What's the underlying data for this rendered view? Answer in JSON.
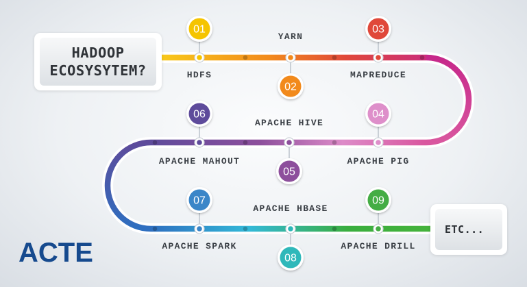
{
  "title": {
    "line1": "HADOOP",
    "line2": "ECOSYSYTEM?"
  },
  "end_label": "ETC...",
  "steps": [
    {
      "number": "01",
      "label": "HDFS",
      "color": "#f5c400"
    },
    {
      "number": "02",
      "label": "YARN",
      "color": "#f28a1c"
    },
    {
      "number": "03",
      "label": "MAPREDUCE",
      "color": "#e0483a"
    },
    {
      "number": "04",
      "label": "APACHE PIG",
      "color": "#de8fca"
    },
    {
      "number": "05",
      "label": "APACHE HIVE",
      "color": "#8d4f9c"
    },
    {
      "number": "06",
      "label": "APACHE MAHOUT",
      "color": "#5e4b9b"
    },
    {
      "number": "07",
      "label": "APACHE SPARK",
      "color": "#3b86c8"
    },
    {
      "number": "08",
      "label": "APACHE HBASE",
      "color": "#2fb8ba"
    },
    {
      "number": "09",
      "label": "APACHE DRILL",
      "color": "#45ad45"
    }
  ],
  "logo": "ACTE",
  "colors": {
    "track_start": "#f8c81a",
    "track_orange": "#f28a1c",
    "track_red": "#e0483a",
    "track_magenta": "#c6288a",
    "track_pink": "#dd8bc8",
    "track_purple": "#5e4b9b",
    "track_blue": "#2e6fc0",
    "track_cyan": "#33b9d8",
    "track_green": "#3aae3f",
    "logo": "#164a8e"
  }
}
